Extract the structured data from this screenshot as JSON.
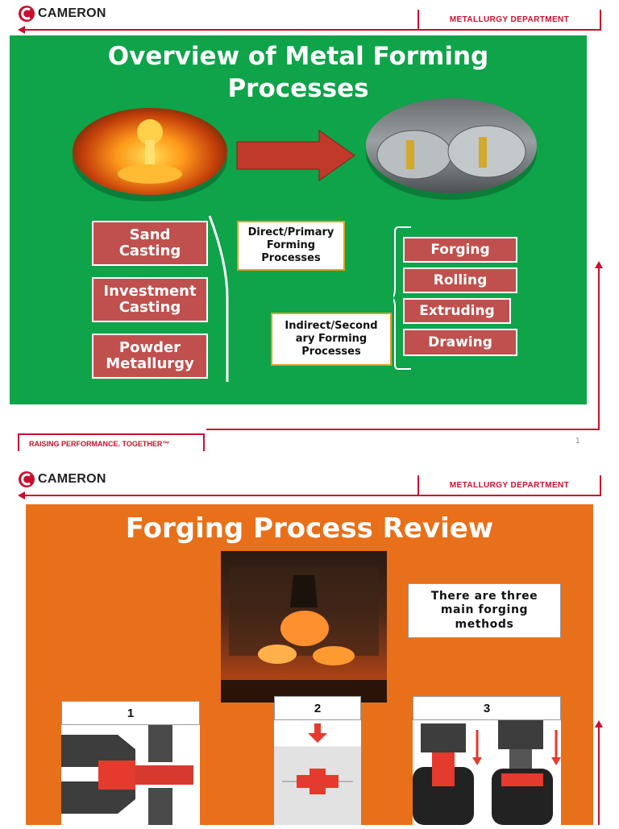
{
  "slide1": {
    "logo_text": "CAMERON",
    "department": "METALLURGY DEPARTMENT",
    "title_line1": "Overview of Metal Forming",
    "title_line2": "Processes",
    "primary_items": [
      {
        "label_line1": "Sand",
        "label_line2": "Casting"
      },
      {
        "label_line1": "Investment",
        "label_line2": "Casting"
      },
      {
        "label_line1": "Powder",
        "label_line2": "Metallurgy"
      }
    ],
    "primary_note_line1": "Direct/Primary",
    "primary_note_line2": "Forming",
    "primary_note_line3": "Processes",
    "secondary_note_line1": "Indirect/Second",
    "secondary_note_line2": "ary Forming",
    "secondary_note_line3": "Processes",
    "secondary_items": [
      "Forging",
      "Rolling",
      "Extruding",
      "Drawing"
    ],
    "footer_text": "RAISING PERFORMANCE. TOGETHER™",
    "page_number": "1"
  },
  "slide2": {
    "logo_text": "CAMERON",
    "department": "METALLURGY DEPARTMENT",
    "title": "Forging Process Review",
    "note_line1": "There are three",
    "note_line2": "main forging",
    "note_line3": "methods",
    "method_numbers": [
      "1",
      "2",
      "3"
    ]
  },
  "colors": {
    "brand_red": "#c8102e",
    "slide1_bg": "#0fa34a",
    "slide2_bg": "#e8701a",
    "button_red": "#c0504d"
  }
}
